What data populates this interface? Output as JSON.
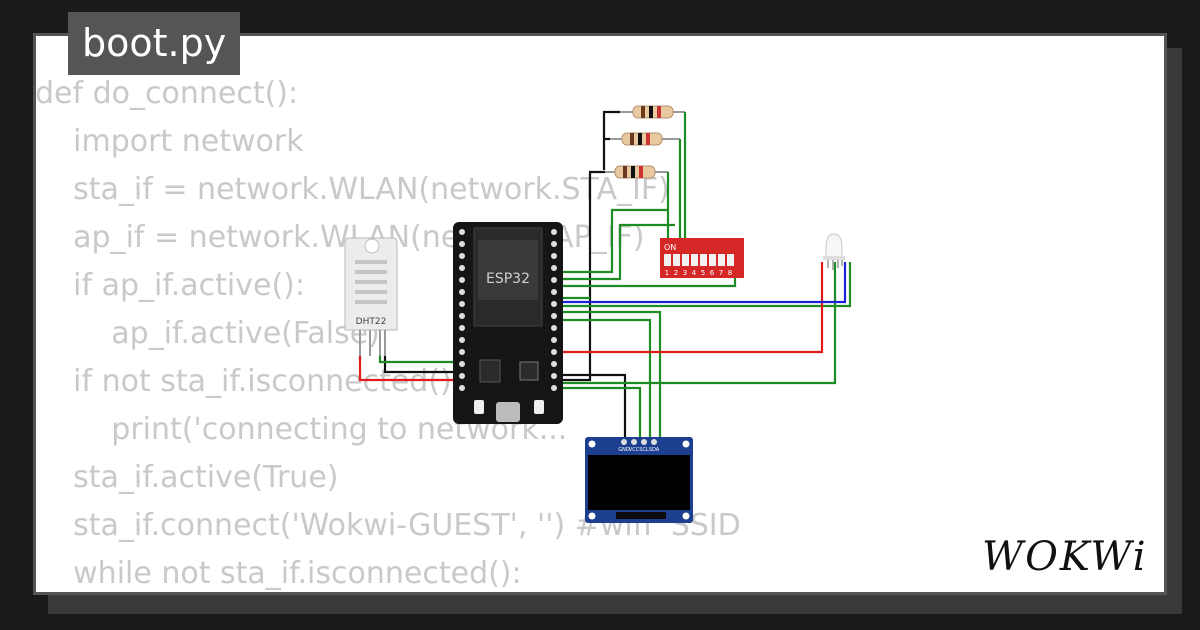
{
  "tab": {
    "title": "boot.py"
  },
  "code_lines": [
    "def do_connect():",
    "    import network",
    "    sta_if = network.WLAN(network.STA_IF)",
    "    ap_if = network.WLAN(network.AP_IF)",
    "    if ap_if.active():",
    "        ap_if.active(False)",
    "    if not sta_if.isconnected():",
    "        print('connecting to network...",
    "    sta_if.active(True)",
    "    sta_if.connect('Wokwi-GUEST', '') #wifi  SSID",
    "    while not sta_if.isconnected():"
  ],
  "components": {
    "esp32": {
      "label": "ESP32"
    },
    "dht22": {
      "label": "DHT22"
    },
    "dip_switch": {
      "on_label": "ON",
      "numbers": [
        "1",
        "2",
        "3",
        "4",
        "5",
        "6",
        "7",
        "8"
      ]
    },
    "oled": {
      "pins": [
        "GND",
        "VCC",
        "SCL",
        "SDA"
      ]
    }
  },
  "logo": {
    "text": "WOKWi"
  },
  "colors": {
    "background": "#1a1a1a",
    "card": "#ffffff",
    "code_text": "#c9c9c9",
    "wire_green": "#1e8c24",
    "wire_red": "#e11b1b",
    "wire_blue": "#1a23d6",
    "wire_black": "#111111",
    "dip_switch": "#d62727",
    "oled_board": "#1d3f8f"
  },
  "icons": [
    "wokwi-logo"
  ]
}
